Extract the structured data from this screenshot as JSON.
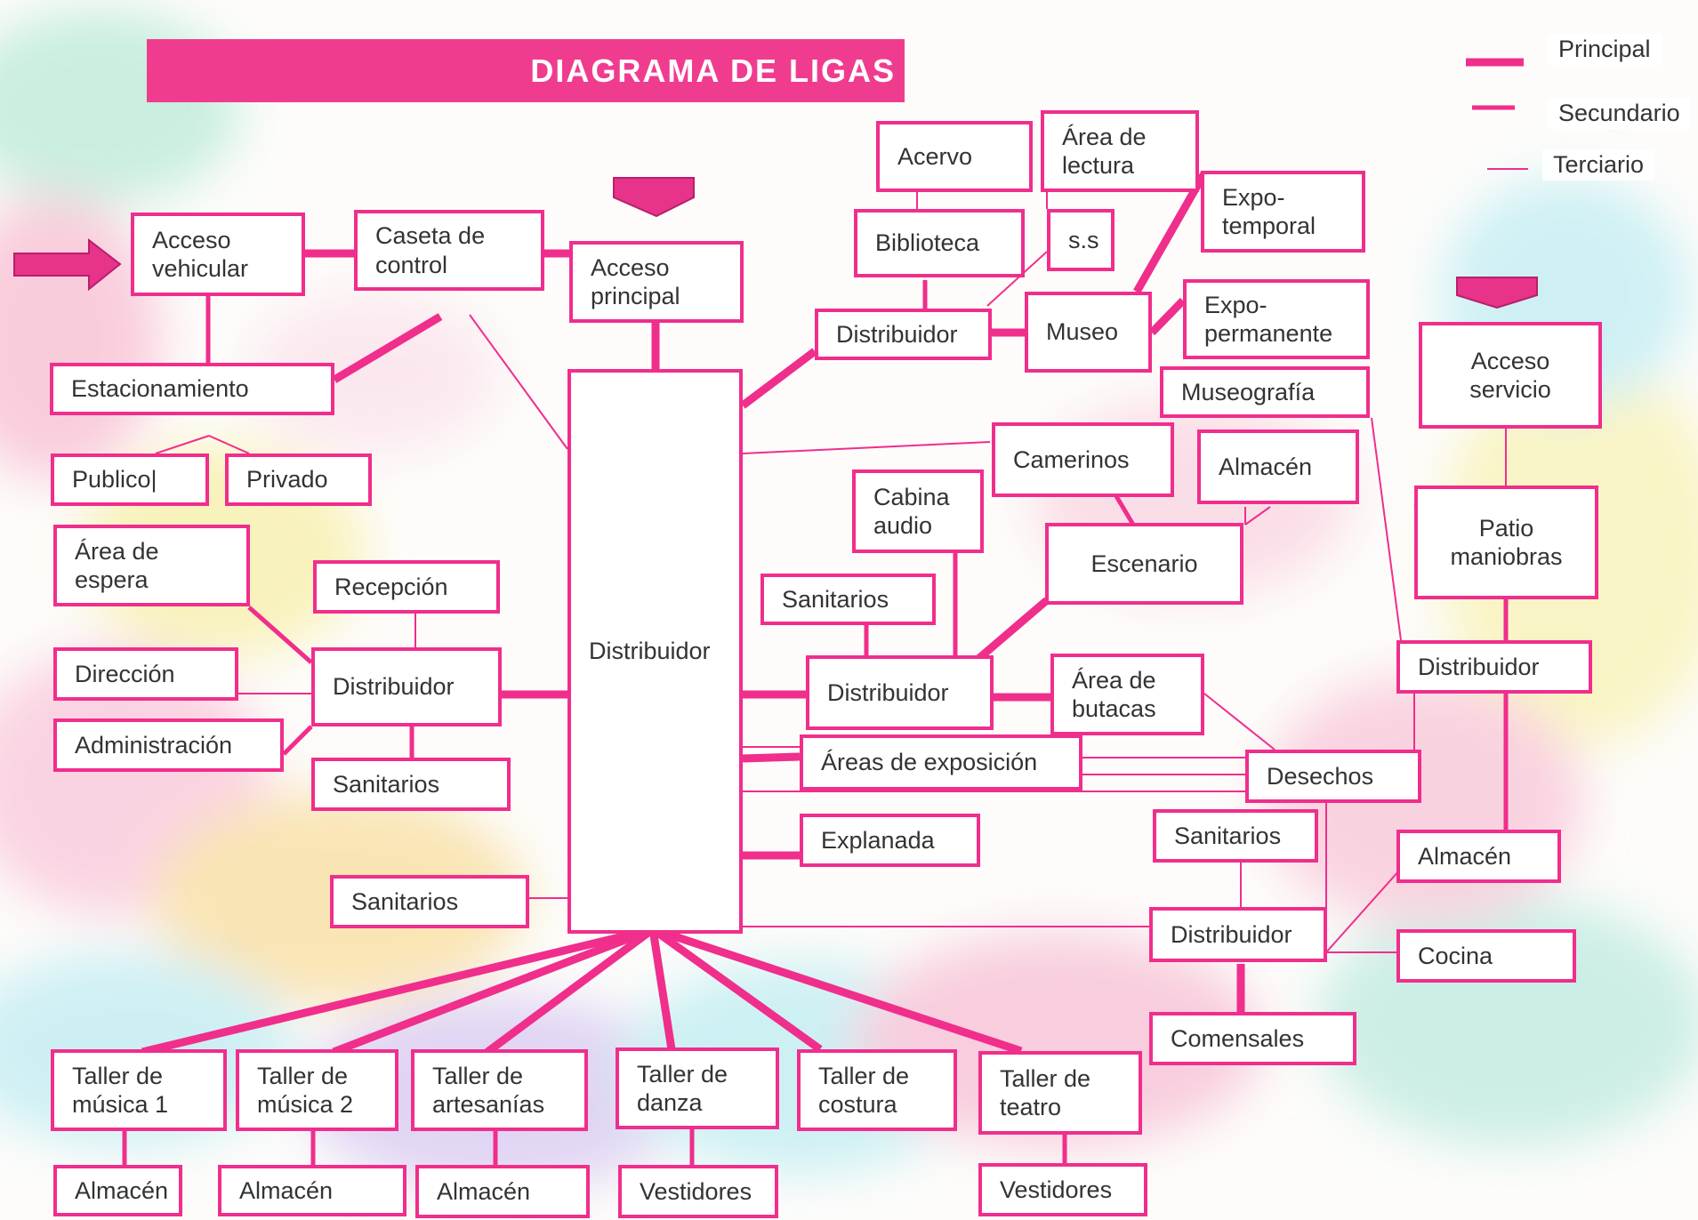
{
  "title": "DIAGRAMA DE LIGAS",
  "legend": {
    "principal": "Principal",
    "secundario": "Secundario",
    "terciario": "Terciario"
  },
  "colors": {
    "accent": "#f02e8c",
    "title_bg": "#f03c8f",
    "arrow": "#e8338a"
  },
  "nodes": {
    "acceso_vehicular": "Acceso\nvehicular",
    "caseta_control": "Caseta de\ncontrol",
    "acceso_principal": "Acceso\nprincipal",
    "estacionamiento": "Estacionamiento",
    "publico": "Publico|",
    "privado": "Privado",
    "area_espera": "Área de\nespera",
    "recepcion": "Recepción",
    "direccion": "Dirección",
    "distribuidor_izq": "Distribuidor",
    "administracion": "Administración",
    "sanitarios_izq": "Sanitarios",
    "sanitarios_bajo": "Sanitarios",
    "distribuidor_central": "Distribuidor",
    "acervo": "Acervo",
    "area_lectura": "Área de\nlectura",
    "biblioteca": "Biblioteca",
    "ss": "s.s",
    "expo_temporal": "Expo-\ntemporal",
    "distribuidor_museo": "Distribuidor",
    "museo": "Museo",
    "expo_permanente": "Expo-\npermanente",
    "museografia": "Museografía",
    "acceso_servicio": "Acceso\nservicio",
    "camerinos": "Camerinos",
    "almacen_escenario": "Almacén",
    "cabina_audio": "Cabina\naudio",
    "escenario": "Escenario",
    "patio_maniobras": "Patio\nmaniobras",
    "sanitarios_teatro": "Sanitarios",
    "distribuidor_teatro": "Distribuidor",
    "area_butacas": "Área de\nbutacas",
    "distribuidor_servicio": "Distribuidor",
    "areas_exposicion": "Áreas de exposición",
    "desechos": "Desechos",
    "explanada": "Explanada",
    "sanitarios_comedor": "Sanitarios",
    "almacen_servicio": "Almacén",
    "distribuidor_comedor": "Distribuidor",
    "cocina": "Cocina",
    "comensales": "Comensales",
    "taller_musica1": "Taller de\nmúsica 1",
    "taller_musica2": "Taller de\nmúsica 2",
    "taller_artesanias": "Taller de\nartesanías",
    "taller_danza": "Taller de\ndanza",
    "taller_costura": "Taller de\ncostura",
    "taller_teatro": "Taller de\nteatro",
    "almacen_1": "Almacén",
    "almacen_2": "Almacén",
    "almacen_3": "Almacén",
    "vestidores_danza": "Vestidores",
    "vestidores_teatro": "Vestidores"
  }
}
